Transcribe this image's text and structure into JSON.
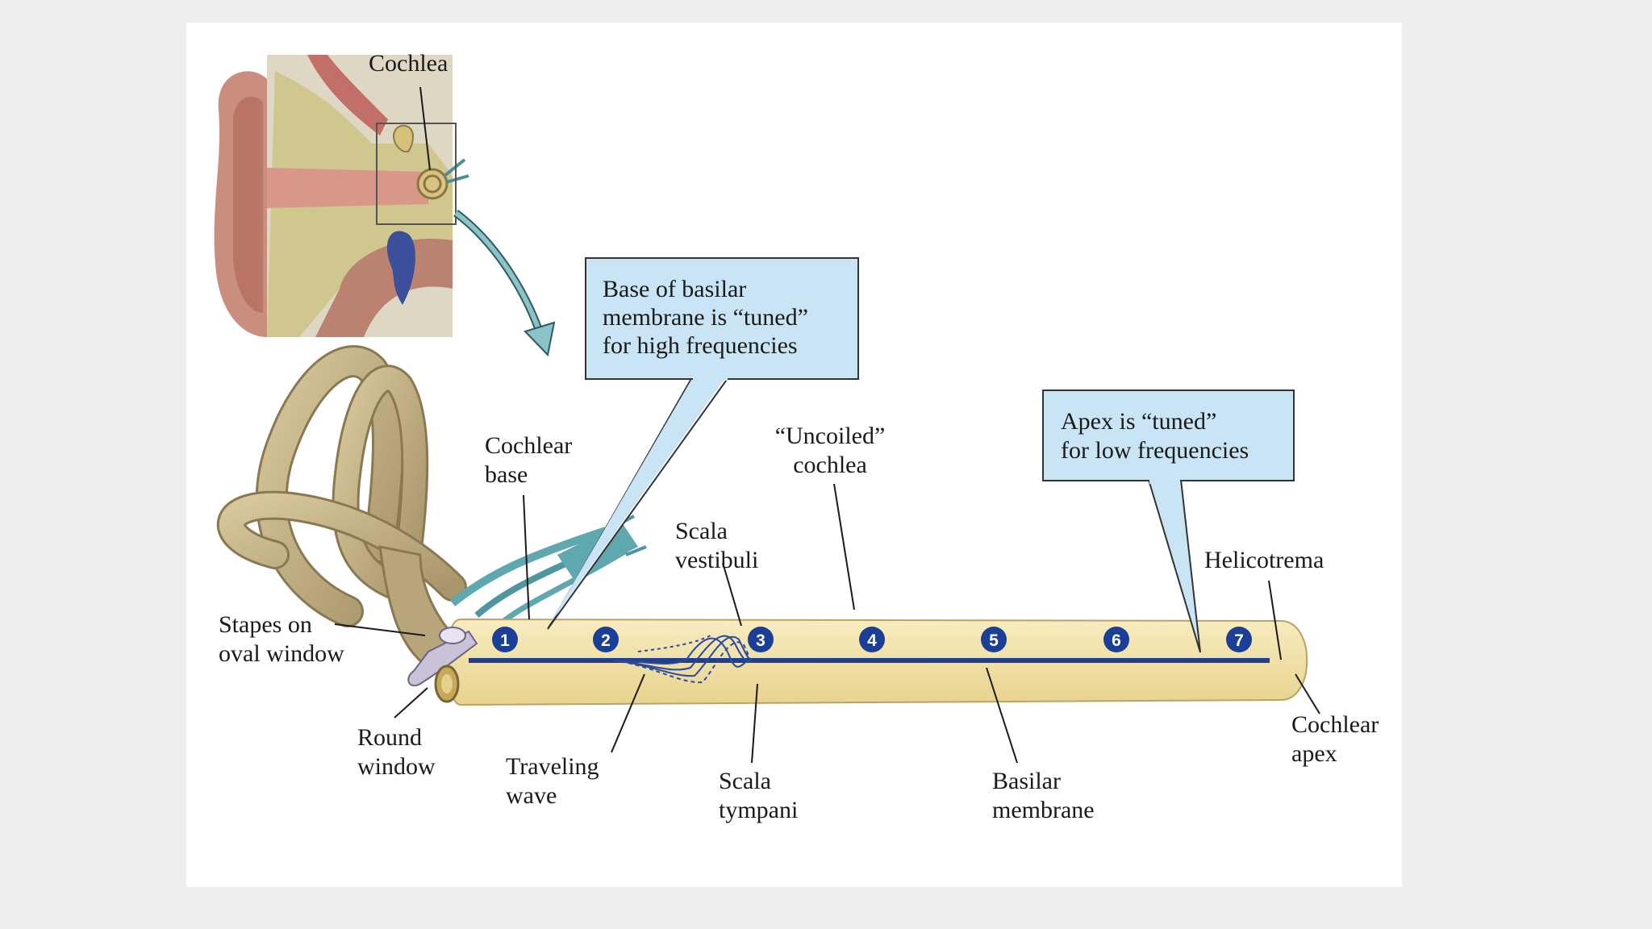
{
  "labels": {
    "cochlea": "Cochlea",
    "cochlear_base": [
      "Cochlear",
      "base"
    ],
    "uncoiled": [
      "“Uncoiled”",
      "cochlea"
    ],
    "scala_vestibuli": [
      "Scala",
      "vestibuli"
    ],
    "helicotrema": "Helicotrema",
    "stapes": [
      "Stapes on",
      "oval window"
    ],
    "round_window": [
      "Round",
      "window"
    ],
    "traveling_wave": [
      "Traveling",
      "wave"
    ],
    "scala_tympani": [
      "Scala",
      "tympani"
    ],
    "basilar_membrane": [
      "Basilar",
      "membrane"
    ],
    "cochlear_apex": [
      "Cochlear",
      "apex"
    ]
  },
  "callouts": {
    "base": [
      "Base of basilar",
      "membrane is “tuned”",
      "for high frequencies"
    ],
    "apex": [
      "Apex is “tuned”",
      "for low frequencies"
    ]
  },
  "markers": [
    "1",
    "2",
    "3",
    "4",
    "5",
    "6",
    "7"
  ],
  "colors": {
    "tube": "#f3e2a6",
    "tube_edge": "#b9a468",
    "membrane": "#1f3f8f",
    "marker": "#1b3f96",
    "callout_fill": "#c9e5f5",
    "callout_edge": "#333333",
    "nerve": "#5fa8b0",
    "arrow": "#6fb0b8"
  }
}
